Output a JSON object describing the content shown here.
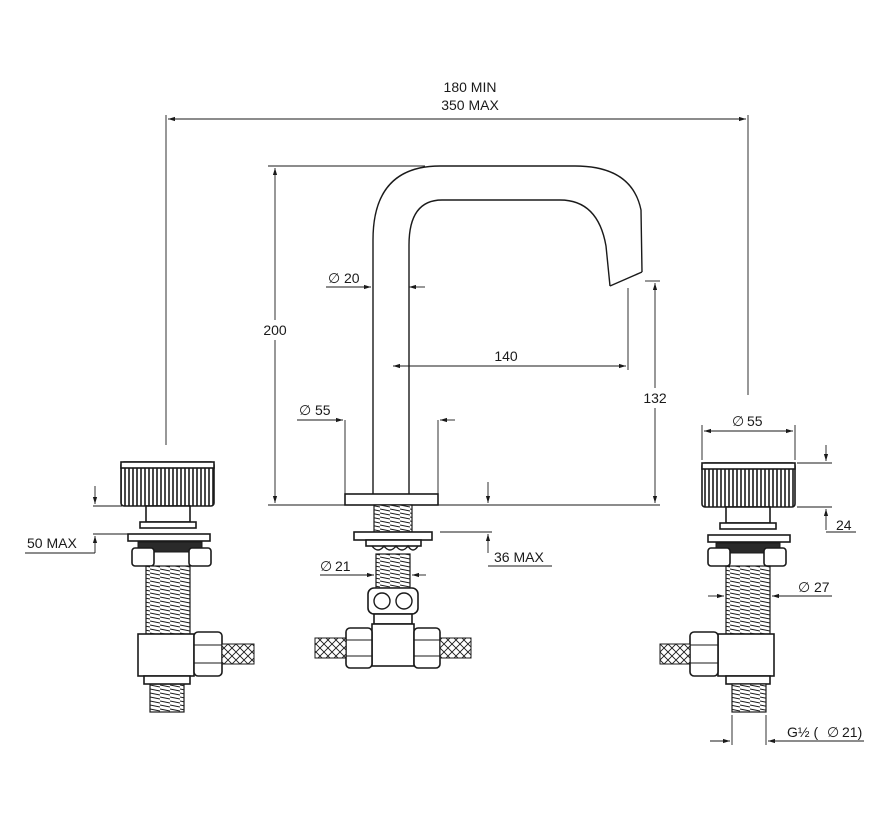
{
  "dimensions": {
    "min_spread": "180 MIN",
    "max_spread": "350 MAX",
    "spout_diameter": "20",
    "spout_height": "200",
    "spout_reach": "140",
    "outlet_height": "132",
    "base_diameter_center": "55",
    "base_diameter_right": "55",
    "deck_left": "50 MAX",
    "deck_center": "36 MAX",
    "shank_center": "21",
    "handle_height": "24",
    "shank_right": "27",
    "connection": "G½ (",
    "connection_diameter": "21)"
  },
  "symbols": {
    "diameter": "∅"
  },
  "colors": {
    "line": "#1a1a1a",
    "background": "#ffffff"
  }
}
